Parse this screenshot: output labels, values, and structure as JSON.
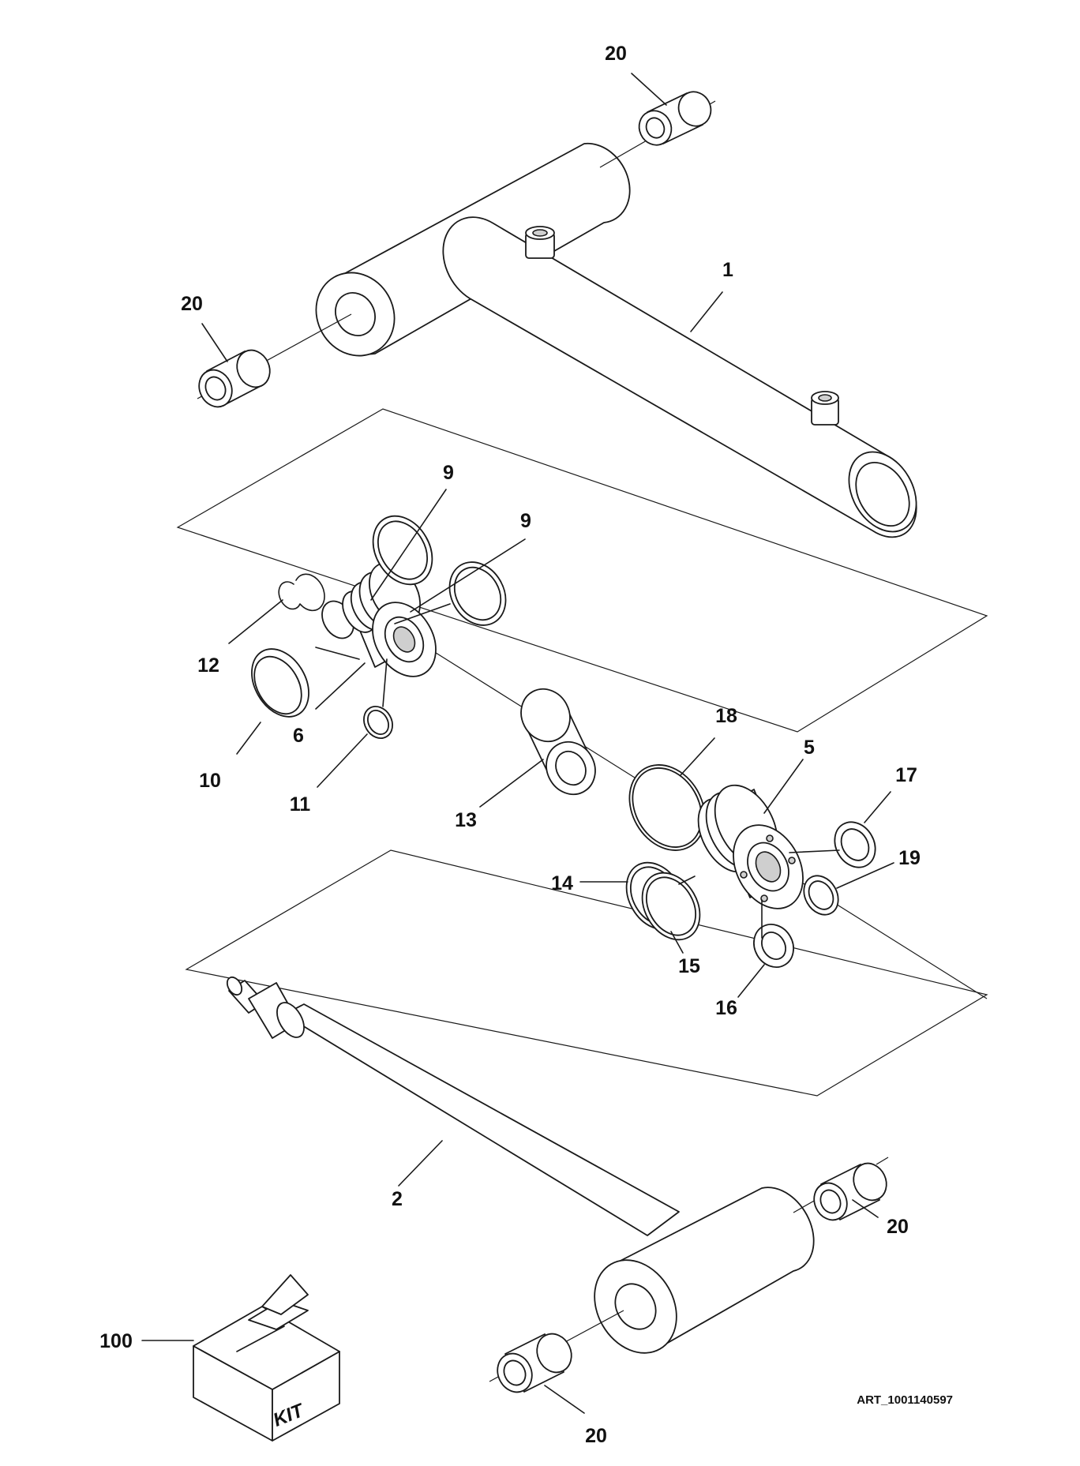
{
  "diagram": {
    "callouts": [
      {
        "id": "c20a",
        "text": "20"
      },
      {
        "id": "c1",
        "text": "1"
      },
      {
        "id": "c20b",
        "text": "20"
      },
      {
        "id": "c9a",
        "text": "9"
      },
      {
        "id": "c9b",
        "text": "9"
      },
      {
        "id": "c12",
        "text": "12"
      },
      {
        "id": "c6",
        "text": "6"
      },
      {
        "id": "c10",
        "text": "10"
      },
      {
        "id": "c11",
        "text": "11"
      },
      {
        "id": "c18",
        "text": "18"
      },
      {
        "id": "c5",
        "text": "5"
      },
      {
        "id": "c17",
        "text": "17"
      },
      {
        "id": "c13",
        "text": "13"
      },
      {
        "id": "c19",
        "text": "19"
      },
      {
        "id": "c14",
        "text": "14"
      },
      {
        "id": "c15",
        "text": "15"
      },
      {
        "id": "c16",
        "text": "16"
      },
      {
        "id": "c2",
        "text": "2"
      },
      {
        "id": "c20c",
        "text": "20"
      },
      {
        "id": "c100",
        "text": "100"
      },
      {
        "id": "c20d",
        "text": "20"
      }
    ],
    "kit_box_label": "KIT",
    "art_number": "ART_1001140597"
  }
}
